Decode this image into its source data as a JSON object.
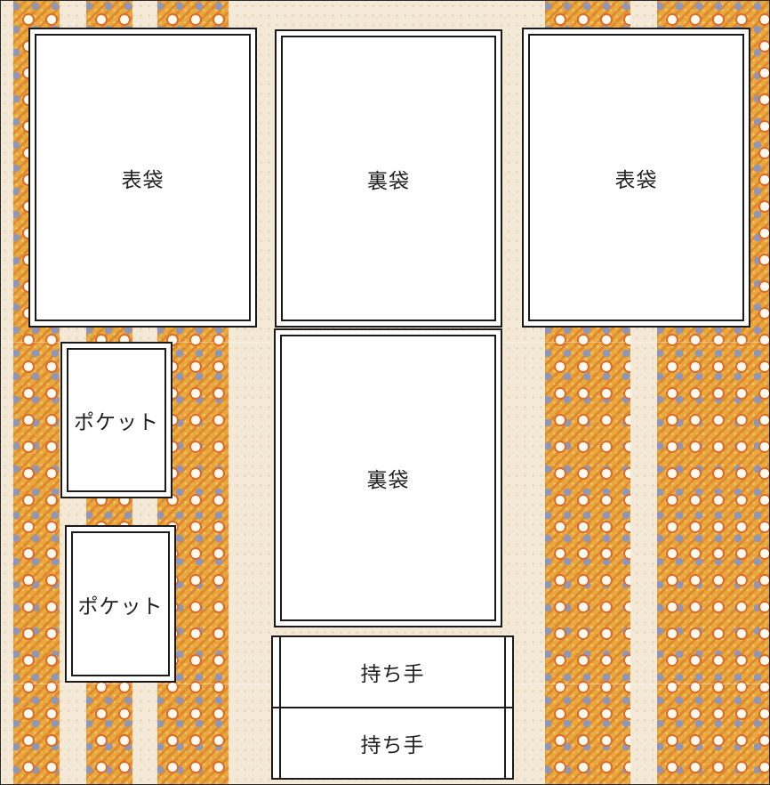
{
  "pattern": {
    "pieces": [
      {
        "id": "outer-bag-left",
        "label": "表袋"
      },
      {
        "id": "inner-bag-top",
        "label": "裏袋"
      },
      {
        "id": "outer-bag-right",
        "label": "表袋"
      },
      {
        "id": "pocket-top",
        "label": "ポケット"
      },
      {
        "id": "inner-bag-bottom",
        "label": "裏袋"
      },
      {
        "id": "pocket-bottom",
        "label": "ポケット"
      },
      {
        "id": "handle-top",
        "label": "持ち手"
      },
      {
        "id": "handle-bottom",
        "label": "持ち手"
      }
    ]
  },
  "colors": {
    "fabric_cream": "#f3e9d6",
    "fabric_stripe": "#e8a93a",
    "flower_orange": "#e06a28",
    "flower_blue": "#8f96b8",
    "piece_fill": "#ffffff",
    "outline": "#1a1a1a"
  }
}
